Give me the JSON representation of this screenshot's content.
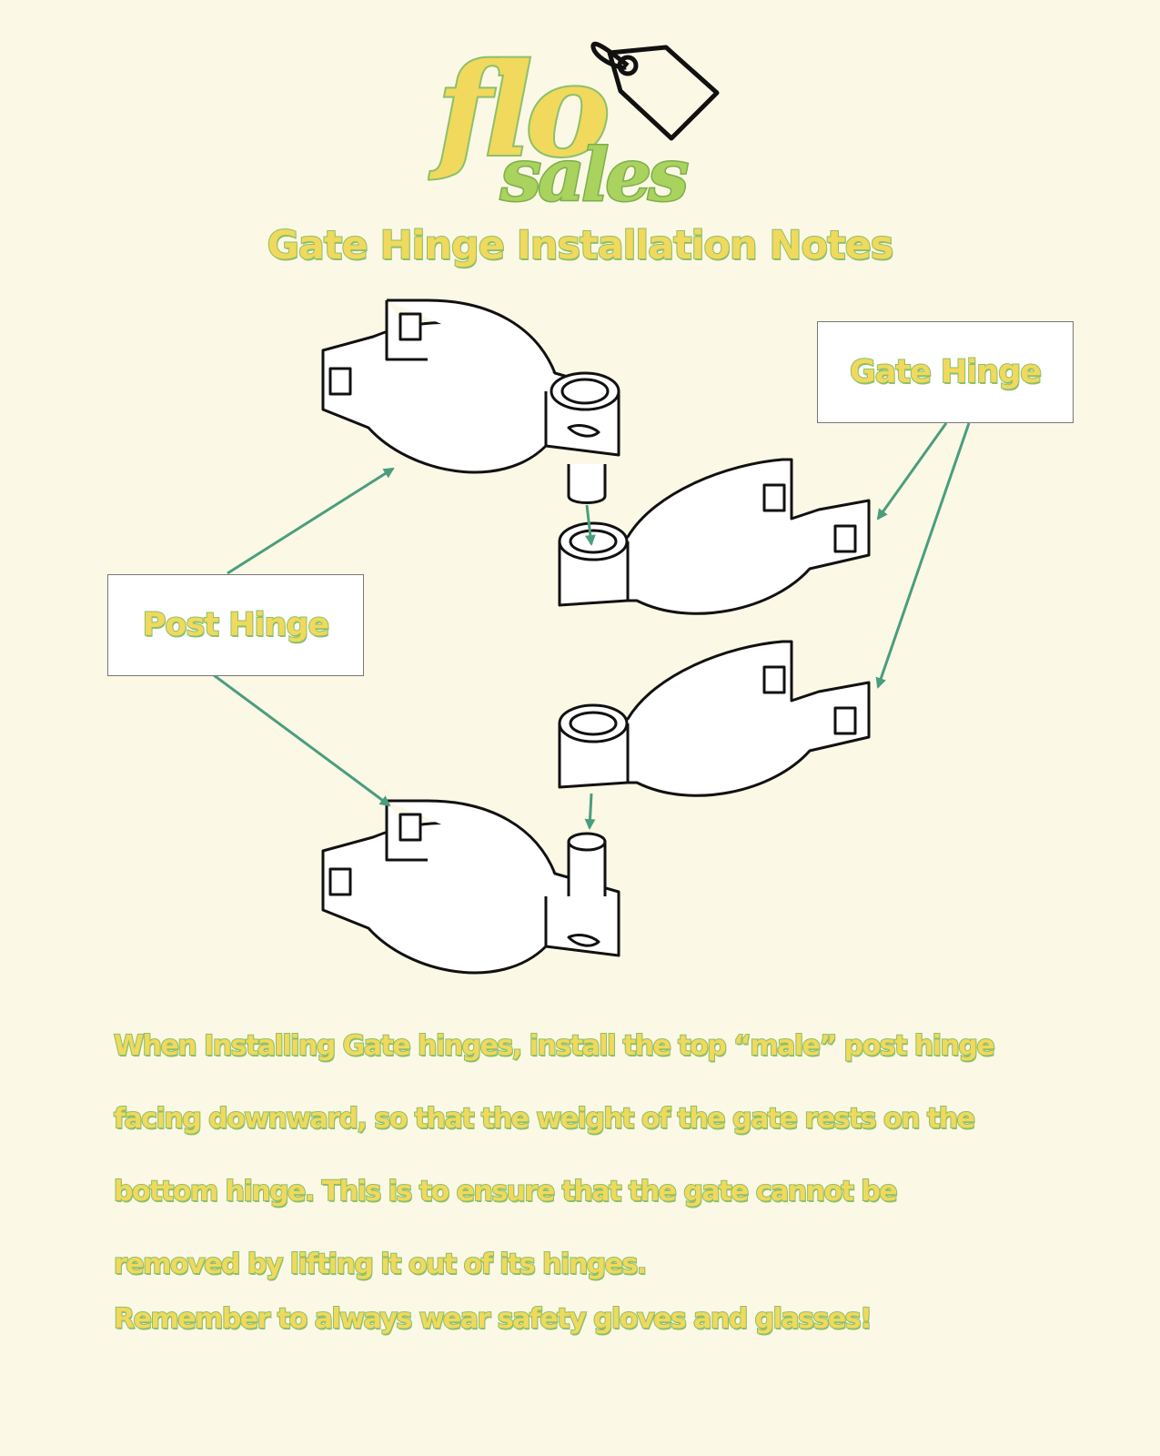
{
  "brand": {
    "name_line1": "flo",
    "name_line2": "sales",
    "icon": "price-tag-icon",
    "colors": {
      "primary": "#f0d95c",
      "secondary": "#a9d25e",
      "outline": "#8cc06a"
    }
  },
  "title": "Gate Hinge Installation Notes",
  "labels": {
    "gate_hinge": "Gate Hinge",
    "post_hinge": "Post Hinge"
  },
  "notes": {
    "lines": [
      "When Installing Gate hinges, install the top “male” post hinge",
      "facing downward, so that the weight of the gate rests on the",
      "bottom hinge. This is to ensure that the gate cannot be",
      "removed by lifting it out of its hinges.",
      "Remember to always wear safety gloves and glasses!"
    ]
  },
  "colors": {
    "background": "#fcf8e6",
    "arrow": "#4a9e7e",
    "text_fill": "#f0d95c",
    "text_outline": "#8cc06a"
  }
}
